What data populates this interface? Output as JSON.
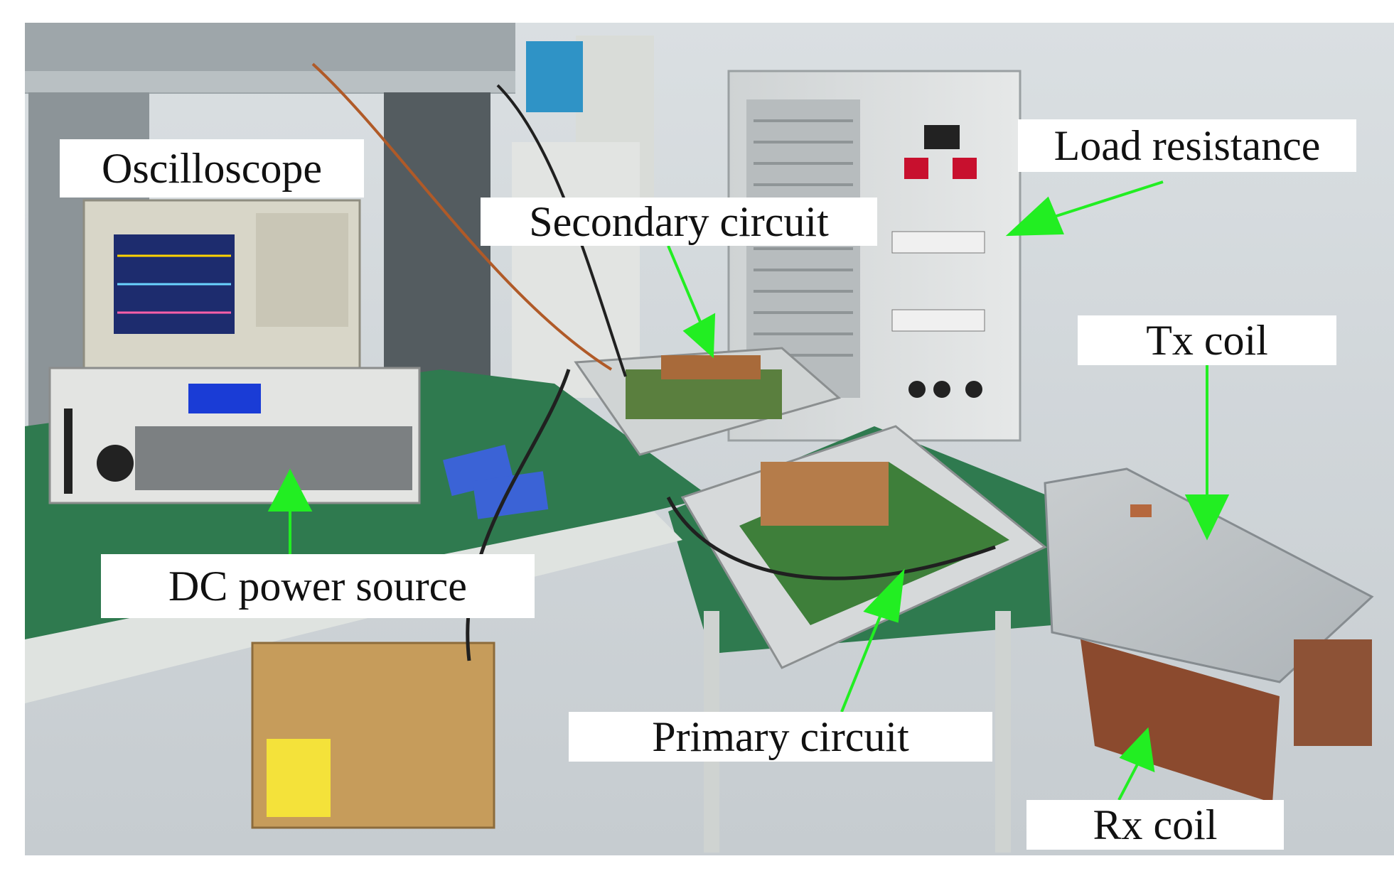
{
  "labels": {
    "oscilloscope": "Oscilloscope",
    "secondary_circuit": "Secondary circuit",
    "load_resistance": "Load resistance",
    "tx_coil": "Tx coil",
    "dc_power_source": "DC power source",
    "primary_circuit": "Primary circuit",
    "rx_coil": "Rx coil"
  },
  "colors": {
    "arrow": "#22ee22",
    "label_bg": "#ffffff",
    "bench_green": "#2f7a4f"
  }
}
